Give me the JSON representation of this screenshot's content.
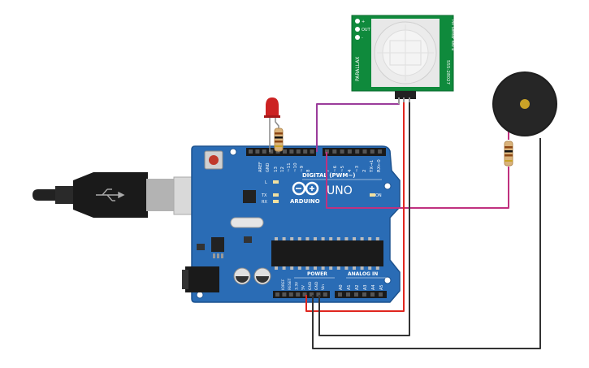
{
  "board": {
    "brand": "ARDUINO",
    "model": "UNO",
    "digital_header": "DIGITAL (PWM~)",
    "power_header": "POWER",
    "analog_header": "ANALOG IN",
    "on_label": "ON",
    "led_l": "L",
    "led_tx": "TX",
    "led_rx": "RX",
    "aref": "AREF",
    "gnd_top": "GND",
    "digital_pins": [
      "13",
      "12",
      "~11",
      "~10",
      "~9",
      "8",
      "7",
      "~6",
      "~5",
      "4",
      "~3",
      "2",
      "TX→1",
      "RX←0"
    ],
    "power_pins": [
      "IOREF",
      "RESET",
      "3.3V",
      "5V",
      "GND",
      "GND",
      "Vin"
    ],
    "analog_pins": [
      "A0",
      "A1",
      "A2",
      "A3",
      "A4",
      "A5"
    ]
  },
  "pir": {
    "pin_labels": [
      "+",
      "OUT",
      "-"
    ],
    "side_left": "PARALLAX",
    "side_right": "555-28027",
    "side_right2": "PIR Sensor Rev B"
  },
  "colors": {
    "board": "#2a6cb5",
    "board_dark": "#1c528f",
    "pcb_green": "#0f8a3c",
    "wire_purple": "#9b3c9b",
    "wire_magenta": "#c0317f",
    "wire_red": "#e0261e",
    "wire_black": "#333333",
    "led_red": "#cc2222"
  }
}
